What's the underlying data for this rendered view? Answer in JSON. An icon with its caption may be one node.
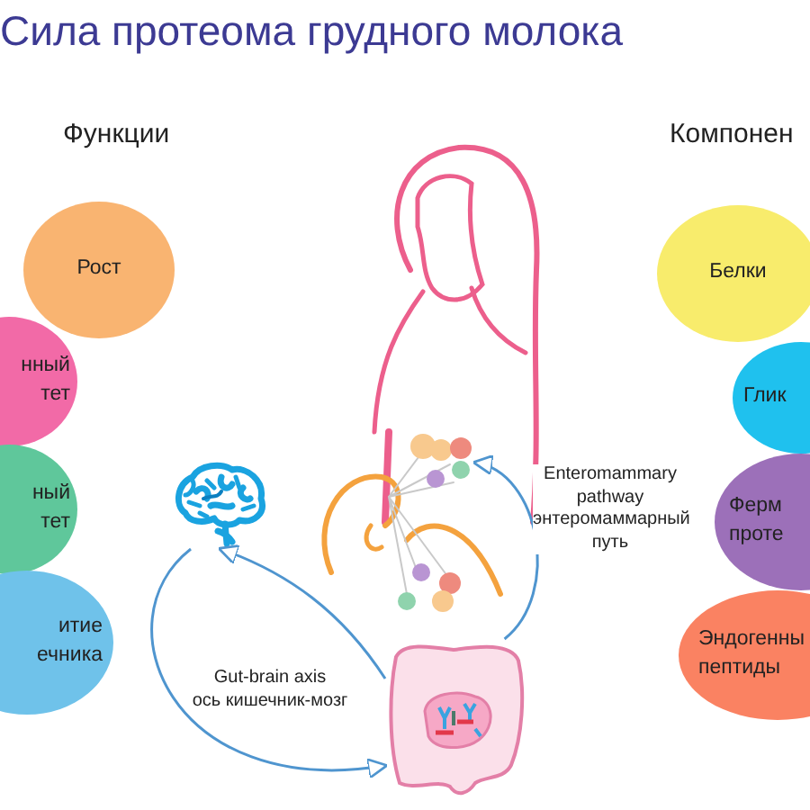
{
  "diagram": {
    "title": "Сила протеома грудного молока",
    "nodes": [
      {
        "text": [
          "Рост"
        ]
      },
      {
        "text": [
          "нный тет"
        ]
      },
      {
        "text": [
          "ный тет"
        ]
      },
      {
        "text": [
          "итие ечника"
        ]
      },
      {
        "text": [
          "Белки"
        ]
      },
      {
        "text": [
          "Глик"
        ]
      },
      {
        "text": [
          "Ферм проте"
        ]
      },
      {
        "text": [
          "Эндогенны пептиды"
        ]
      },
      {
        "text": [],
        "shape": "picture"
      },
      {
        "text": [],
        "shape": "picture"
      },
      {
        "text": [],
        "shape": "picture"
      }
    ],
    "edges": [
      {
        "from": 9,
        "to": 8,
        "arrow": "to"
      },
      {
        "from": 8,
        "to": 9,
        "arrow": "to"
      },
      {
        "from": 9,
        "to": 10,
        "arrow": "to",
        "label": "Enteromammary pathway энтеромаммарный путь"
      }
    ],
    "labels": [
      "Функции",
      "Компонен",
      "Gut-brain axis",
      "ось кишечник-мозг"
    ]
  }
}
